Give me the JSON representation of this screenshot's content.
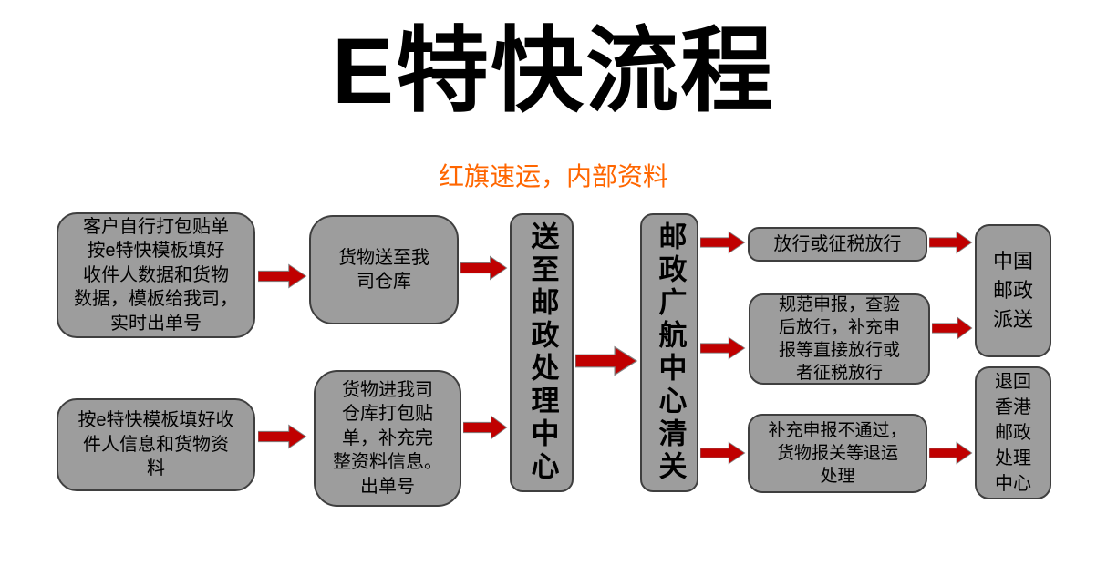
{
  "header": {
    "title": "E特快流程",
    "subtitle": "红旗速运，内部资料"
  },
  "nodes": {
    "customer_self_pack": "客户自行打包贴单\n按e特快模板填好\n收件人数据和货物\n数据，模板给我司，\n实时出单号",
    "fill_template": "按e特快模板填好收\n件人信息和货物资\n料",
    "goods_to_warehouse": "货物送至我\n司仓库",
    "warehouse_pack": "货物进我司\n仓库打包贴\n单，补充完\n整资料信息。\n出单号",
    "postal_processing_center": "送至邮政处理中心",
    "customs_clearance": "邮政广航中心清关",
    "release": "放行或征税放行",
    "standard_declare": "规范申报，查验\n后放行，补充申\n报等直接放行或\n者征税放行",
    "declare_fail": "补充申报不通过，\n货物报关等退运\n处理",
    "china_post_delivery": "中国\n邮政\n派送",
    "return_hk_post": "退回\n香港\n邮政\n处理\n中心"
  },
  "colors": {
    "title_text": "#000000",
    "subtitle_text": "#ff6600",
    "node_fill": "#9d9d9d",
    "node_border": "#3f3f3f",
    "arrow_fill": "#c00000",
    "arrow_stroke": "#808080"
  }
}
